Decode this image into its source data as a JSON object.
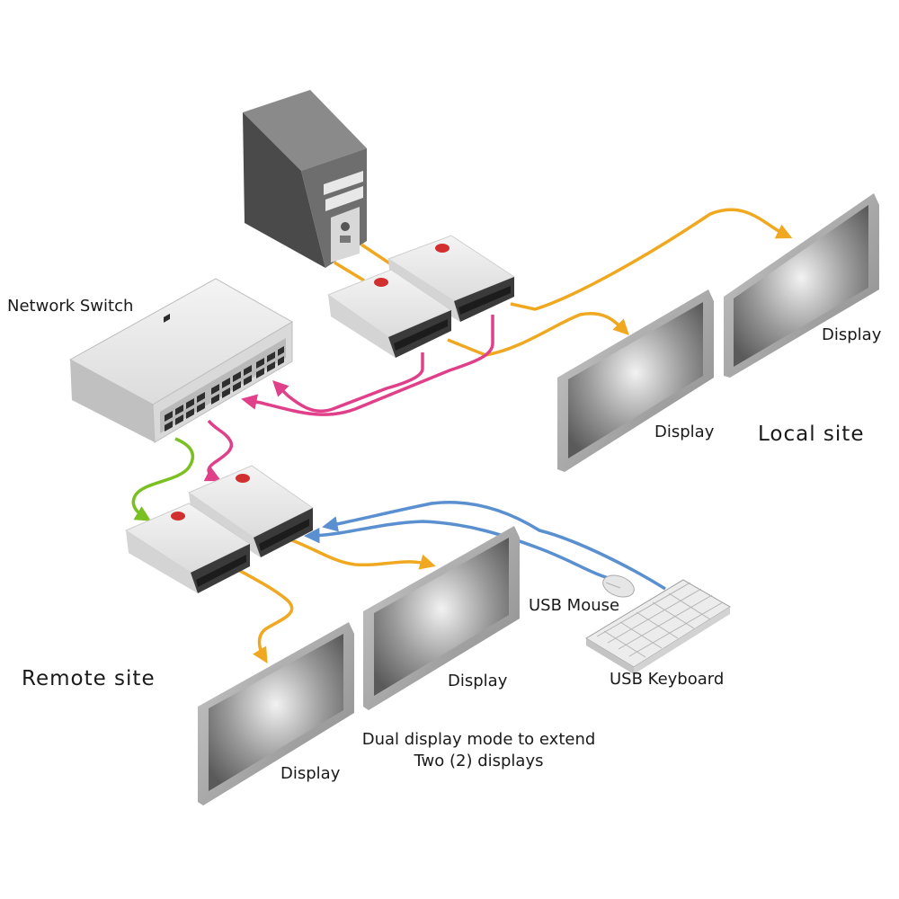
{
  "labels": {
    "network_switch": "Network Switch",
    "local_display_right": "Display",
    "local_display_left": "Display",
    "local_site": "Local site",
    "remote_site": "Remote site",
    "remote_display_center": "Display",
    "remote_display_front": "Display",
    "usb_mouse": "USB Mouse",
    "usb_keyboard": "USB Keyboard",
    "dual_display_line1": "Dual display mode to extend",
    "dual_display_line2": "Two (2) displays"
  },
  "colors": {
    "video_cable": "#f0a820",
    "network_cable": "#e0408a",
    "uplink_cable": "#7ac020",
    "usb_cable": "#5a8fd0",
    "device_body": "#e6e6e6",
    "tower_body": "#5e5e5e"
  },
  "icons": [
    "computer-tower-icon",
    "network-switch-icon",
    "kvm-extender-icon",
    "display-monitor-icon",
    "usb-mouse-icon",
    "usb-keyboard-icon"
  ]
}
